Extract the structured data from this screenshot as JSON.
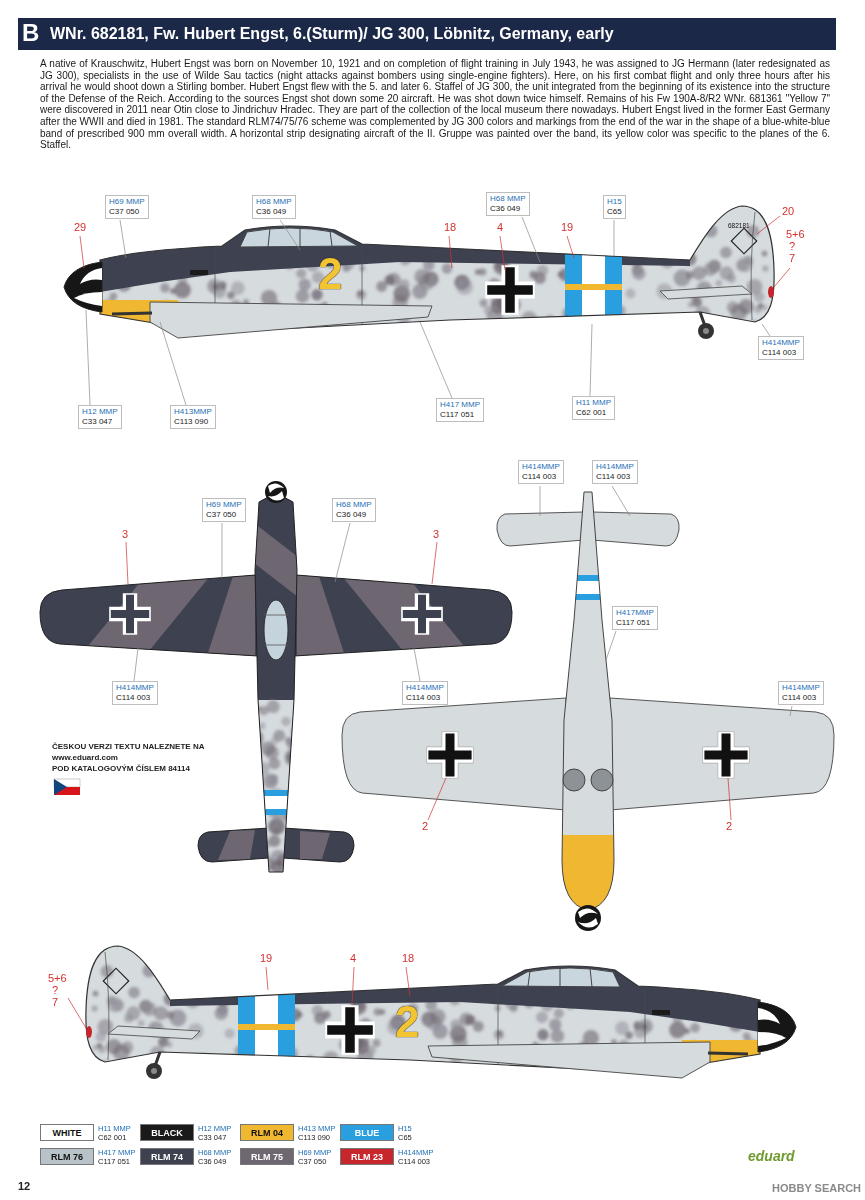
{
  "diagram": {
    "title": "WNr. 682181, Fw. Hubert Engst, 6.(Sturm)/ JG 300, Löbnitz, Germany, early",
    "nodes": [
      {
        "text": [
          "H69 MMP",
          "C37 050"
        ]
      },
      {
        "text": [
          "H68 MMP",
          "C36 049"
        ]
      },
      {
        "text": [
          "H68 MMP",
          "C36 049"
        ]
      },
      {
        "text": [
          "H15",
          "C65"
        ]
      },
      {
        "text": [
          "H414MMP",
          "C114 003"
        ]
      },
      {
        "text": [
          "H12 MMP",
          "C33 047"
        ]
      },
      {
        "text": [
          "H413MMP",
          "C113 090"
        ]
      },
      {
        "text": [
          "H417 MMP",
          "C117 051"
        ]
      },
      {
        "text": [
          "H11 MMP",
          "C62 001"
        ]
      },
      {
        "text": [
          "H69 MMP",
          "C37 050"
        ]
      },
      {
        "text": [
          "H68 MMP",
          "C36 049"
        ]
      },
      {
        "text": [
          "H414MMP",
          "C114 003"
        ]
      },
      {
        "text": [
          "H414MMP",
          "C114 003"
        ]
      },
      {
        "text": [
          "H414MMP",
          "C114 003"
        ]
      },
      {
        "text": [
          "H414MMP",
          "C114 003"
        ]
      },
      {
        "text": [
          "H417MMP",
          "C117 051"
        ]
      },
      {
        "text": [
          "H414MMP",
          "C114 003"
        ]
      }
    ],
    "labels": [
      "B",
      "A native of Krauschwitz, Hubert Engst was born on November 10, 1921 and on completion of flight training in July 1943, he was assigned to JG Hermann (later redesignated as JG 300), specialists in the use of Wilde Sau tactics (night attacks against bombers using single-engine fighters). Here, on his first combat flight and only three hours after his arrival he would shoot down a Stirling bomber. Hubert Engst flew with the 5. and later 6. Staffel of JG 300, the unit integrated from the beginning of its existence into the structure of the Defense of the Reich. According to the sources Engst shot down some 20 aircraft. He was shot down twice himself. Remains of his Fw 190A-8/R2 WNr. 681361 \"Yellow 7\" were discovered in 2011 near Otin close to Jindrichuv Hradec. They are part of the collection of the local museum there nowadays. Hubert Engst lived in the former East Germany after the WWII and died in 1981. The standard RLM74/75/76 scheme was complemented by JG 300 colors and markings from the end of the war in the shape of a blue-white-blue band of prescribed 900 mm overall width. A horizontal strip designating aircraft of the II. Gruppe was painted over the band, its yellow color was specific to the planes of the 6. Staffel.",
      "29",
      "18",
      "4",
      "19",
      "682181",
      "20",
      "5+6",
      "?",
      "7",
      "2",
      "3",
      "3",
      "ČESKOU VERZI TEXTU NALEZNETE NA",
      "www.eduard.com",
      "POD KATALOGOVÝM ČÍSLEM 84114",
      "2",
      "2",
      "5+6",
      "?",
      "7",
      "19",
      "4",
      "18",
      "2",
      "H11 MMP",
      "C62 001",
      "H12 MMP",
      "C33 047",
      "H413 MMP",
      "C113 090",
      "H15",
      "C65",
      "H417 MMP",
      "C117 051",
      "H68 MMP",
      "C36 049",
      "H69 MMP",
      "C37 050",
      "H414MMP",
      "C114 003",
      "12",
      "eduard",
      "HOBBY SEARCH"
    ],
    "legend": [
      {
        "text": "WHITE",
        "color": "#ffffff"
      },
      {
        "text": "BLACK",
        "color": "#1a1a1a"
      },
      {
        "text": "RLM 04",
        "color": "#f0b731"
      },
      {
        "text": "BLUE",
        "color": "#2a9fe0"
      },
      {
        "text": "RLM 76",
        "color": "#b8c3c9"
      },
      {
        "text": "RLM 74",
        "color": "#3d4150"
      },
      {
        "text": "RLM 75",
        "color": "#6e6670"
      },
      {
        "text": "RLM 23",
        "color": "#c7262c"
      }
    ]
  }
}
